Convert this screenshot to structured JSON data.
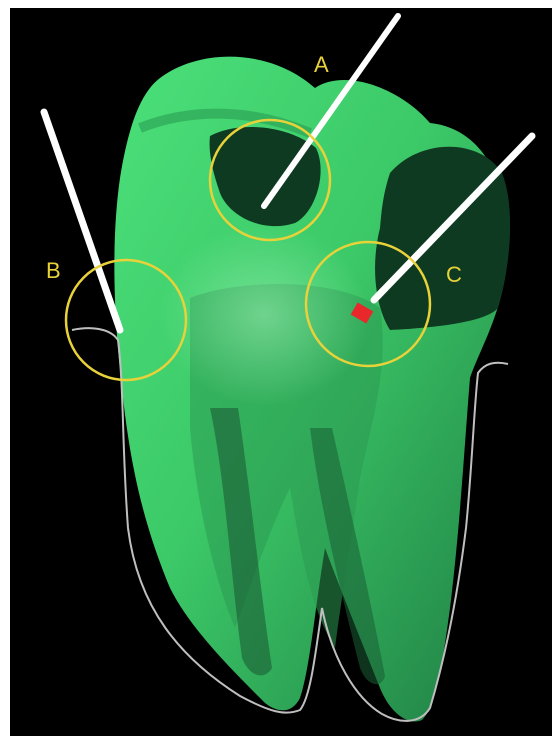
{
  "figure": {
    "callouts": [
      {
        "id": "A",
        "label": "A"
      },
      {
        "id": "B",
        "label": "B"
      },
      {
        "id": "C",
        "label": "C"
      }
    ]
  },
  "colors": {
    "background": "#000000",
    "tooth_enamel": "#3fd36b",
    "tooth_dark": "#1d6a3a",
    "cavity": "#0f3a22",
    "callout_circle": "#e8d23a",
    "probe": "#ffffff",
    "probe_tip_red": "#e8282a",
    "gum_outline": "#bfbfbf"
  }
}
